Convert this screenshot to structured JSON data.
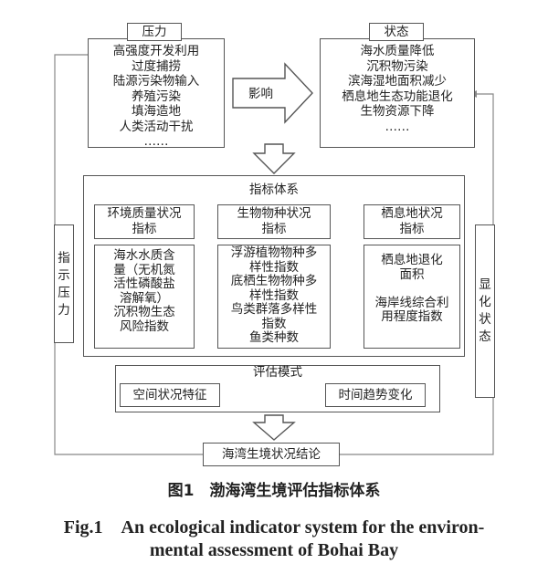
{
  "pressure": {
    "title": "压力",
    "items": [
      "高强度开发利用",
      "过度捕捞",
      "陆源污染物输入",
      "养殖污染",
      "填海造地",
      "人类活动干扰",
      "……"
    ]
  },
  "state": {
    "title": "状态",
    "items": [
      "海水质量降低",
      "沉积物污染",
      "滨海湿地面积减少",
      "栖息地生态功能退化",
      "生物资源下降",
      "……"
    ]
  },
  "influence_label": "影响",
  "indicator_system": {
    "title": "指标体系",
    "columns": [
      {
        "header": [
          "环境质量状况",
          "指标"
        ],
        "items": [
          "海水水质含",
          "量（无机氮",
          "活性磷酸盐",
          "溶解氧）",
          "沉积物生态",
          "风险指数"
        ]
      },
      {
        "header": [
          "生物物种状况",
          "指标"
        ],
        "items": [
          "浮游植物物种多",
          "样性指数",
          "底栖生物物种多",
          "样性指数",
          "鸟类群落多样性",
          "指数",
          "鱼类种数"
        ]
      },
      {
        "header": [
          "栖息地状况",
          "指标"
        ],
        "items": [
          "栖息地退化",
          "面积",
          "",
          "海岸线综合利",
          "用程度指数"
        ]
      }
    ]
  },
  "indicate_pressure": [
    "指",
    "示",
    "压",
    "力"
  ],
  "show_state": [
    "显",
    "化",
    "状",
    "态"
  ],
  "evaluation": {
    "title": "评估模式",
    "spatial": "空间状况特征",
    "temporal": "时间趋势变化"
  },
  "conclusion": "海湾生境状况结论",
  "caption": {
    "cn": "图1　渤海湾生境评估指标体系",
    "en_line1": "Fig.1　An ecological indicator system for the environ-",
    "en_line2": "mental assessment of Bohai Bay"
  }
}
